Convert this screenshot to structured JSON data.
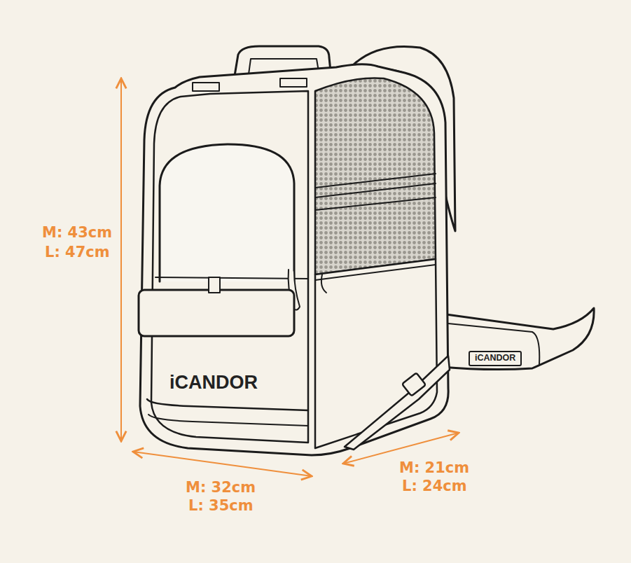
{
  "diagram": {
    "labels": [
      "M: 43cm",
      "L: 47cm",
      "M: 32cm",
      "L: 35cm",
      "M: 21cm",
      "L: 24cm",
      "iCANDOR",
      "iCANDOR"
    ]
  }
}
